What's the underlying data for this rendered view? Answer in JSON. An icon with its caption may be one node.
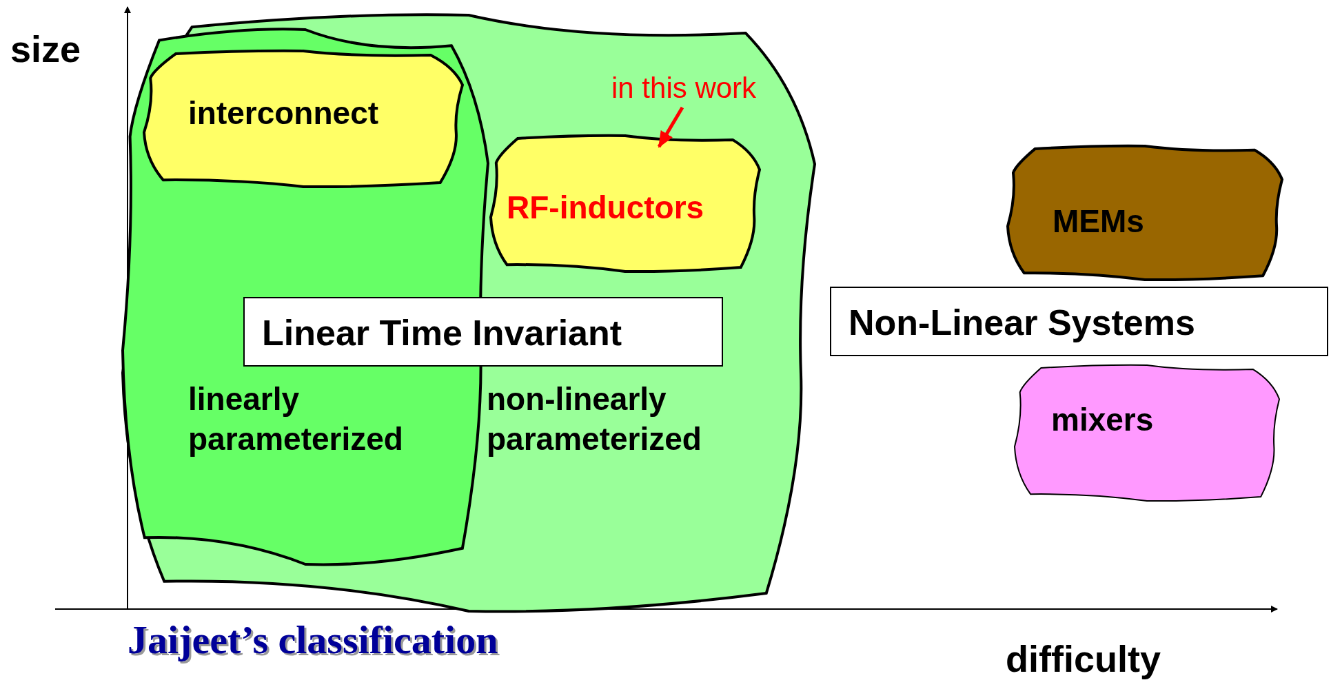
{
  "diagram": {
    "title": "Jaijeet’s classification",
    "nodes": [
      {
        "text": [
          "non-linearly parameterized"
        ]
      },
      {
        "text": [
          "linearly parameterized"
        ],
        "in": 0
      },
      {
        "text": [
          "interconnect"
        ],
        "in": 1
      },
      {
        "text": [
          "Linear Time Invariant"
        ],
        "in": 0
      },
      {
        "text": [
          "RF-inductors"
        ],
        "in": 0
      },
      {
        "text": [
          "in this work"
        ],
        "in": 0
      },
      {
        "text": [
          "MEMs"
        ]
      },
      {
        "text": [
          "Non-Linear Systems"
        ]
      },
      {
        "text": [
          "mixers"
        ]
      }
    ],
    "edges": [
      {
        "from": 5,
        "to": 4,
        "arrow": "to"
      }
    ],
    "labels": [
      "size",
      "difficulty"
    ]
  }
}
